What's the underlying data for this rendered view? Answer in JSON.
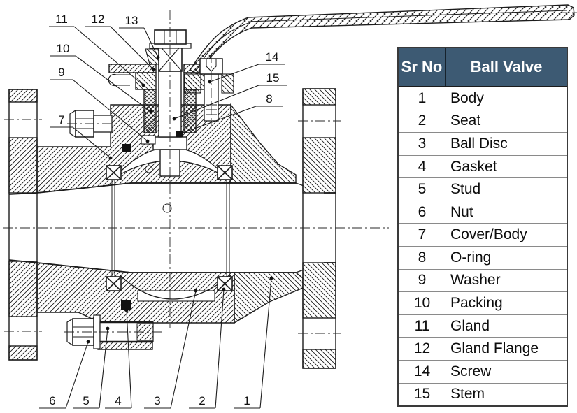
{
  "title": "Ball valve cross-section diagram with parts list",
  "diagram": {
    "callouts": [
      {
        "number": "1"
      },
      {
        "number": "2"
      },
      {
        "number": "3"
      },
      {
        "number": "4"
      },
      {
        "number": "5"
      },
      {
        "number": "6"
      },
      {
        "number": "7"
      },
      {
        "number": "8"
      },
      {
        "number": "9"
      },
      {
        "number": "10"
      },
      {
        "number": "11"
      },
      {
        "number": "12"
      },
      {
        "number": "13"
      },
      {
        "number": "14"
      },
      {
        "number": "15"
      }
    ]
  },
  "table": {
    "header": {
      "col_no": "Sr No",
      "col_name": "Ball Valve"
    },
    "rows": [
      {
        "no": "1",
        "name": "Body"
      },
      {
        "no": "2",
        "name": "Seat"
      },
      {
        "no": "3",
        "name": "Ball Disc"
      },
      {
        "no": "4",
        "name": "Gasket"
      },
      {
        "no": "5",
        "name": "Stud"
      },
      {
        "no": "6",
        "name": "Nut"
      },
      {
        "no": "7",
        "name": "Cover/Body"
      },
      {
        "no": "8",
        "name": "O-ring"
      },
      {
        "no": "9",
        "name": "Washer"
      },
      {
        "no": "10",
        "name": "Packing"
      },
      {
        "no": "11",
        "name": "Gland"
      },
      {
        "no": "12",
        "name": "Gland Flange"
      },
      {
        "no": "14",
        "name": "Screw"
      },
      {
        "no": "15",
        "name": "Stem"
      }
    ]
  },
  "colors": {
    "header_bg": "#3d5a73",
    "header_text": "#ffffff",
    "line": "#1c1c1c"
  }
}
